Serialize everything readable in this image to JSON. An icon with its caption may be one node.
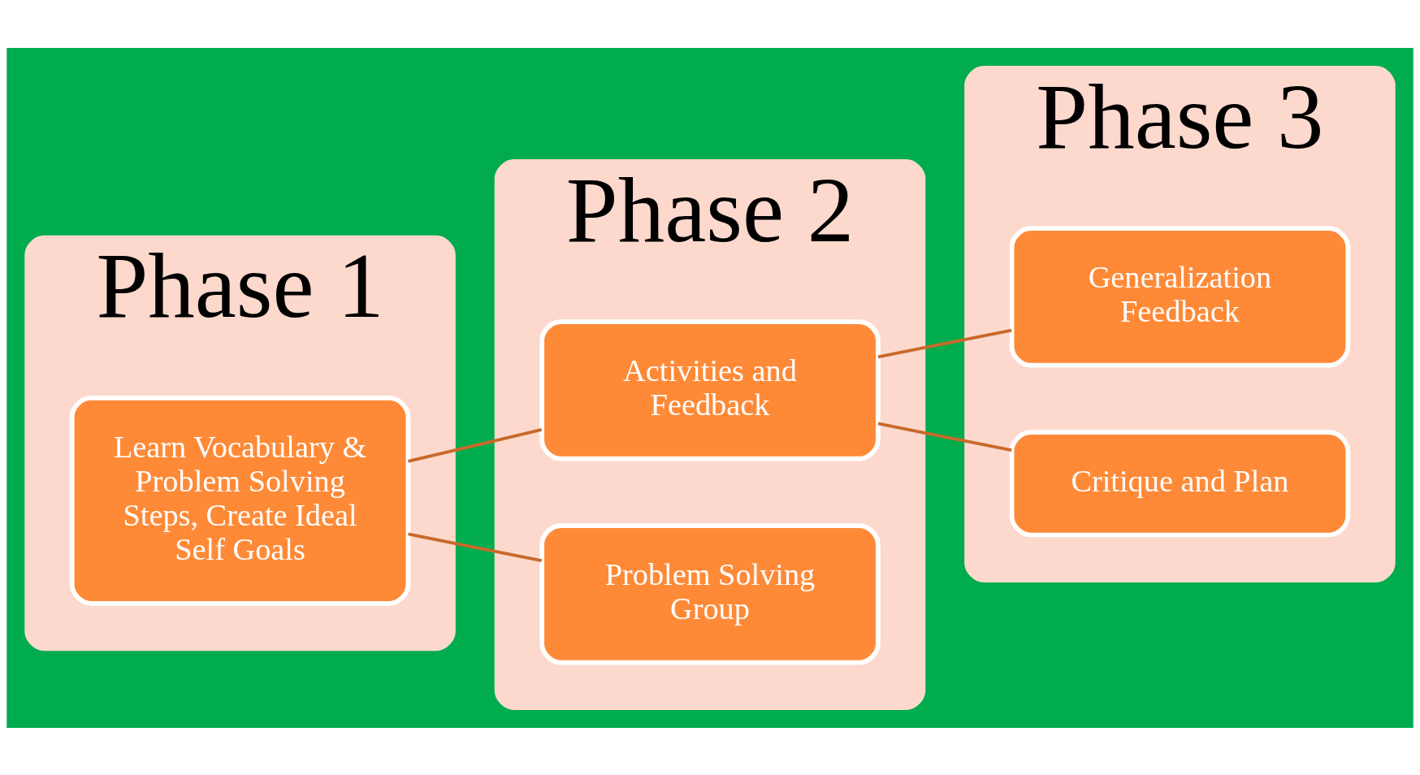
{
  "diagram": {
    "nodes": [
      {
        "text": [
          "Phase 1"
        ]
      },
      {
        "text": [
          "Learn Vocabulary & Problem Solving Steps, Create Ideal Self Goals"
        ],
        "in": 0
      },
      {
        "text": [
          "Phase 2"
        ]
      },
      {
        "text": [
          "Activities and Feedback"
        ],
        "in": 2
      },
      {
        "text": [
          "Problem Solving Group"
        ],
        "in": 2
      },
      {
        "text": [
          "Phase 3"
        ]
      },
      {
        "text": [
          "Generalization Feedback"
        ],
        "in": 5
      },
      {
        "text": [
          "Critique and Plan"
        ],
        "in": 5
      }
    ],
    "edges": [
      {
        "from": 1,
        "to": 3,
        "arrow": "none"
      },
      {
        "from": 1,
        "to": 4,
        "arrow": "none"
      },
      {
        "from": 3,
        "to": 6,
        "arrow": "none"
      },
      {
        "from": 3,
        "to": 7,
        "arrow": "none"
      }
    ]
  }
}
